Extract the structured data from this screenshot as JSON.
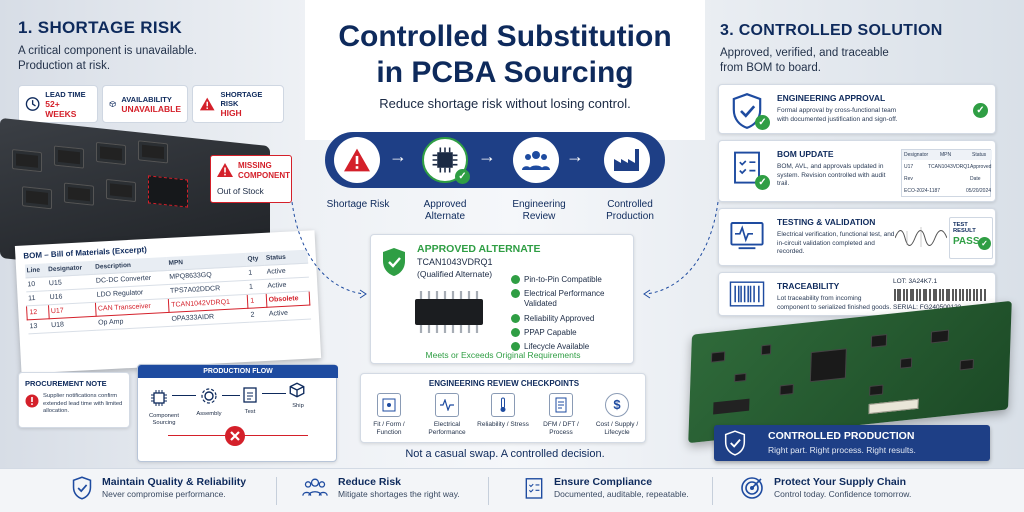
{
  "title_line1": "Controlled Substitution",
  "title_line2": "in PCBA Sourcing",
  "subtitle": "Reduce shortage risk without losing control.",
  "left": {
    "heading": "1. SHORTAGE RISK",
    "subtitle_line1": "A critical component is unavailable.",
    "subtitle_line2": "Production at risk.",
    "kpis": [
      {
        "label": "LEAD TIME",
        "value": "52+ WEEKS",
        "icon": "clock-icon"
      },
      {
        "label": "AVAILABILITY",
        "value": "UNAVAILABLE",
        "icon": "box-icon"
      },
      {
        "label": "SHORTAGE RISK",
        "value": "HIGH",
        "icon": "warning-icon"
      }
    ],
    "missing": {
      "line1": "MISSING",
      "line2": "COMPONENT",
      "status": "Out of Stock"
    },
    "bom": {
      "title": "BOM – Bill of Materials (Excerpt)",
      "headers": [
        "Line",
        "Designator",
        "Description",
        "MPN",
        "Qty",
        "Status"
      ],
      "rows": [
        [
          "10",
          "U15",
          "DC-DC Converter",
          "MPQ8633GQ",
          "1",
          "Active"
        ],
        [
          "11",
          "U16",
          "LDO Regulator",
          "TPS7A02DDCR",
          "1",
          "Active"
        ],
        [
          "12",
          "U17",
          "CAN Transceiver",
          "TCAN1042VDRQ1",
          "1",
          "Obsolete"
        ],
        [
          "13",
          "U18",
          "Op Amp",
          "OPA333AIDR",
          "2",
          "Active"
        ]
      ]
    },
    "procurement": {
      "title": "PROCUREMENT NOTE",
      "text": "Supplier notifications confirm extended lead time with limited allocation."
    },
    "production_flow": {
      "title": "PRODUCTION FLOW",
      "steps": [
        "Component Sourcing",
        "Assembly",
        "Test",
        "Ship"
      ]
    }
  },
  "center": {
    "flow": [
      {
        "label": "Shortage Risk",
        "icon": "warning-icon"
      },
      {
        "label": "Approved Alternate",
        "icon": "chip-icon"
      },
      {
        "label": "Engineering Review",
        "icon": "team-icon"
      },
      {
        "label": "Controlled Production",
        "icon": "factory-icon"
      }
    ],
    "approved": {
      "title": "APPROVED ALTERNATE",
      "part": "TCAN1043VDRQ1",
      "note": "(Qualified Alternate)",
      "checks": [
        "Pin-to-Pin Compatible",
        "Electrical Performance Validated",
        "Reliability Approved",
        "PPAP Capable",
        "Lifecycle Available"
      ],
      "footer": "Meets or Exceeds Original Requirements"
    },
    "review": {
      "title": "ENGINEERING REVIEW CHECKPOINTS",
      "items": [
        "Fit / Form / Function",
        "Electrical Performance",
        "Reliability / Stress",
        "DFM / DFT / Process",
        "Cost / Supply / Lifecycle"
      ]
    },
    "tagline": "Not a casual swap. A controlled decision."
  },
  "right": {
    "heading": "3. CONTROLLED SOLUTION",
    "subtitle_line1": "Approved, verified, and traceable",
    "subtitle_line2": "from BOM to board.",
    "cards": [
      {
        "title": "ENGINEERING APPROVAL",
        "text": "Formal approval by cross-functional team with documented justification and sign-off.",
        "icon": "shield-check-icon"
      },
      {
        "title": "BOM UPDATE",
        "text": "BOM, AVL, and approvals updated in system. Revision controlled with audit trail.",
        "icon": "checklist-icon"
      },
      {
        "title": "TESTING & VALIDATION",
        "text": "Electrical verification, functional test, and in-circuit validation completed and recorded.",
        "icon": "oscilloscope-icon"
      },
      {
        "title": "TRACEABILITY",
        "text": "Lot traceability from incoming component to serialized finished goods.",
        "icon": "barcode-icon"
      }
    ],
    "bom_mini": {
      "h1": "Designator",
      "h2": "MPN",
      "h3": "Status",
      "v1": "U17",
      "v2": "TCAN1043VDRQ1",
      "v3": "Approved",
      "r1": "Rev",
      "r2": "Date",
      "rv1": "ECO-2024-1187",
      "rv2": "05/20/2024"
    },
    "test_result": {
      "label": "TEST RESULT",
      "value": "PASS"
    },
    "lot": "LOT: 3A24K7.1",
    "serial": "SERIAL: FG240500123",
    "banner": {
      "title": "CONTROLLED PRODUCTION",
      "text": "Right part. Right process. Right results."
    }
  },
  "bottom": [
    {
      "title": "Maintain Quality & Reliability",
      "text": "Never compromise performance.",
      "icon": "shield-check-icon"
    },
    {
      "title": "Reduce Risk",
      "text": "Mitigate shortages the right way.",
      "icon": "team-icon"
    },
    {
      "title": "Ensure Compliance",
      "text": "Documented, auditable, repeatable.",
      "icon": "checklist-icon"
    },
    {
      "title": "Protect Your Supply Chain",
      "text": "Control today. Confidence tomorrow.",
      "icon": "target-icon"
    }
  ],
  "colors": {
    "navy": "#0e2a5c",
    "red": "#d4202a",
    "green": "#2f9e44",
    "accent_blue": "#1e4ba0"
  }
}
